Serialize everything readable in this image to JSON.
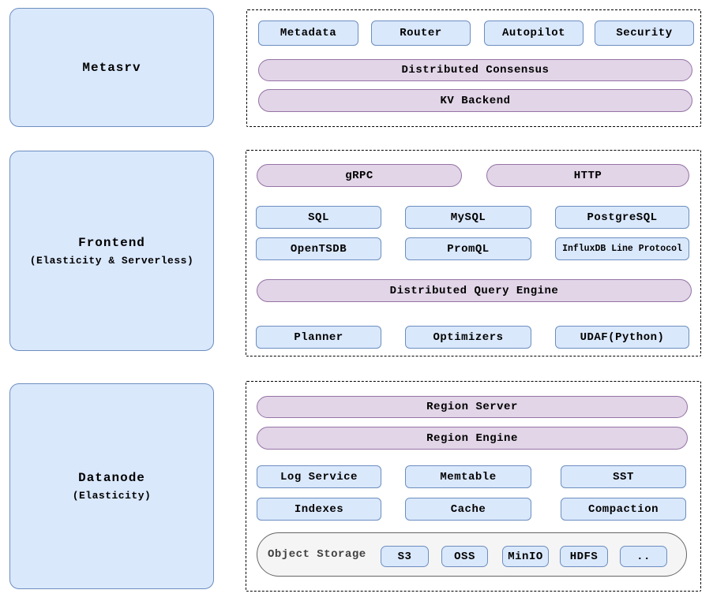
{
  "palette": {
    "blue_fill": "#dae8fc",
    "blue_border": "#6c8ebf",
    "purple_fill": "#e1d5e7",
    "purple_border": "#9673a6",
    "gray_fill": "#f5f5f5",
    "gray_border": "#666666",
    "dash_color": "#000000",
    "text_color": "#000000",
    "storage_label_color": "#404040"
  },
  "left_nodes": [
    {
      "title": "Metasrv",
      "subtitle": ""
    },
    {
      "title": "Frontend",
      "subtitle": "(Elasticity & Serverless)"
    },
    {
      "title": "Datanode",
      "subtitle": "(Elasticity)"
    }
  ],
  "metasrv_panel": {
    "components": [
      "Metadata",
      "Router",
      "Autopilot",
      "Security"
    ],
    "pills": [
      "Distributed Consensus",
      "KV Backend"
    ]
  },
  "frontend_panel": {
    "protocol_pills": [
      "gRPC",
      "HTTP"
    ],
    "protocols_row1": [
      "SQL",
      "MySQL",
      "PostgreSQL"
    ],
    "protocols_row2": [
      "OpenTSDB",
      "PromQL",
      "InfluxDB Line Protocol"
    ],
    "engine_pill": "Distributed Query Engine",
    "engine_components": [
      "Planner",
      "Optimizers",
      "UDAF(Python)"
    ]
  },
  "datanode_panel": {
    "pills": [
      "Region Server",
      "Region Engine"
    ],
    "components_row1": [
      "Log Service",
      "Memtable",
      "SST"
    ],
    "components_row2": [
      "Indexes",
      "Cache",
      "Compaction"
    ],
    "object_storage": {
      "label": "Object Storage",
      "backends": [
        "S3",
        "OSS",
        "MinIO",
        "HDFS",
        ".."
      ]
    }
  }
}
